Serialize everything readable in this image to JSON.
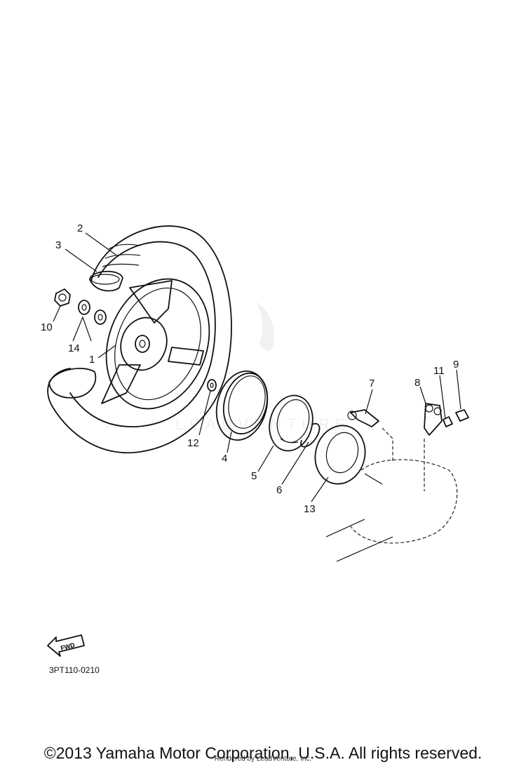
{
  "diagram": {
    "callouts": {
      "c1": "1",
      "c2": "2",
      "c3": "3",
      "c4": "4",
      "c5": "5",
      "c6": "6",
      "c7": "7",
      "c8": "8",
      "c9": "9",
      "c10": "10",
      "c11": "11",
      "c12": "12",
      "c13": "13",
      "c14": "14"
    },
    "fwd_label": "FWD",
    "part_code": "3PT110-0210"
  },
  "footer": {
    "copyright": "©2013 Yamaha Motor Corporation, U.S.A. All rights reserved.",
    "rendered_by": "Rendered by LeadVenture, Inc."
  }
}
